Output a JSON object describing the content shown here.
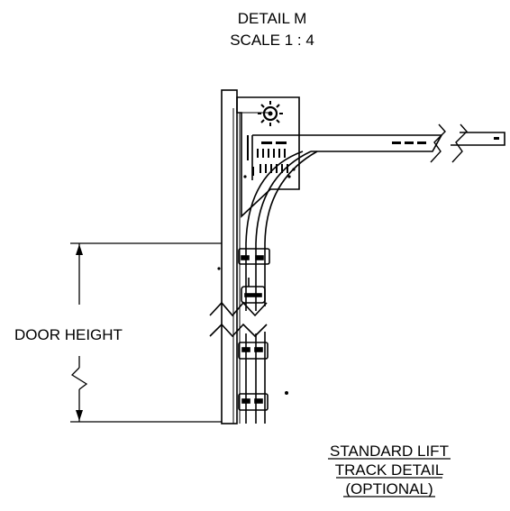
{
  "detail": {
    "title": "DETAIL M",
    "scale": "SCALE 1 : 4"
  },
  "dimension": {
    "label": "DOOR HEIGHT"
  },
  "caption": {
    "line1": "STANDARD LIFT",
    "line2": "TRACK DETAIL",
    "line3": "(OPTIONAL)"
  },
  "colors": {
    "ink": "#000000",
    "paper": "#ffffff"
  }
}
